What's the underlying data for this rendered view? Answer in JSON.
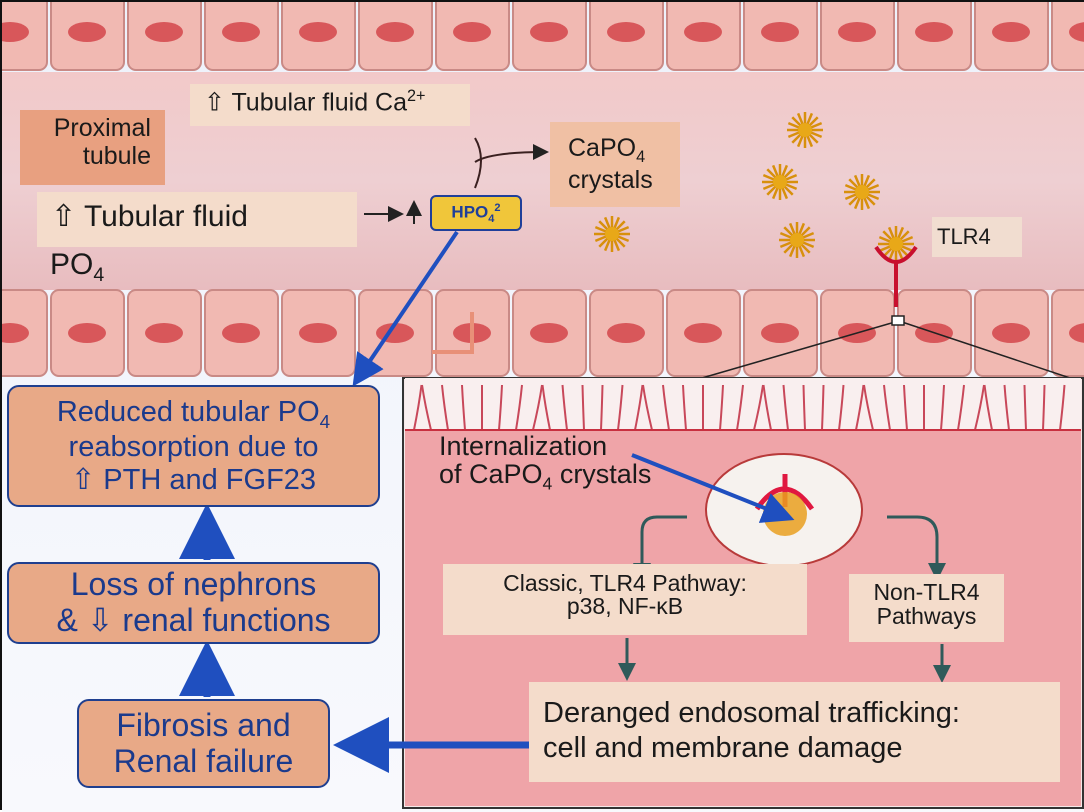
{
  "labels": {
    "proximal_tubule": [
      "Proximal",
      "tubule"
    ],
    "tubular_ca": {
      "arrow": "⇧",
      "text": "Tubular fluid Ca",
      "sup": "2+"
    },
    "tubular_po4": {
      "arrow": "⇧",
      "text": "Tubular fluid",
      "line2": "PO",
      "sub": "4"
    },
    "hpo4": {
      "text": "HPO",
      "sub": "4",
      "sup": "2"
    },
    "capo4": {
      "line1": "CaPO",
      "sub": "4",
      "line2": "crystals"
    },
    "tlr4": "TLR4"
  },
  "left_flow": {
    "reduced": {
      "line1a": "Reduced tubular PO",
      "sub": "4",
      "line2": "reabsorption due to",
      "line3": "⇧ PTH and FGF23"
    },
    "loss": {
      "line1": "Loss of nephrons",
      "line2": "& ⇩ renal functions"
    },
    "fibrosis": {
      "line1": "Fibrosis and",
      "line2": "Renal failure"
    }
  },
  "inset": {
    "internalization": {
      "line1": "Internalization",
      "line2a": "of CaPO",
      "sub": "4",
      "line2b": " crystals"
    },
    "classic": {
      "line1": "Classic, TLR4 Pathway:",
      "line2": "p38, NF-κB"
    },
    "non_tlr4": {
      "line1": "Non-TLR4",
      "line2": "Pathways"
    },
    "deranged": {
      "line1": "Deranged endosomal trafficking:",
      "line2": "cell and membrane damage"
    }
  },
  "colors": {
    "arrow_blue": "#1f4fbf",
    "box_border": "#1f3f8f",
    "box_fill": "#e8a987",
    "cell": "#f1b9b2"
  }
}
